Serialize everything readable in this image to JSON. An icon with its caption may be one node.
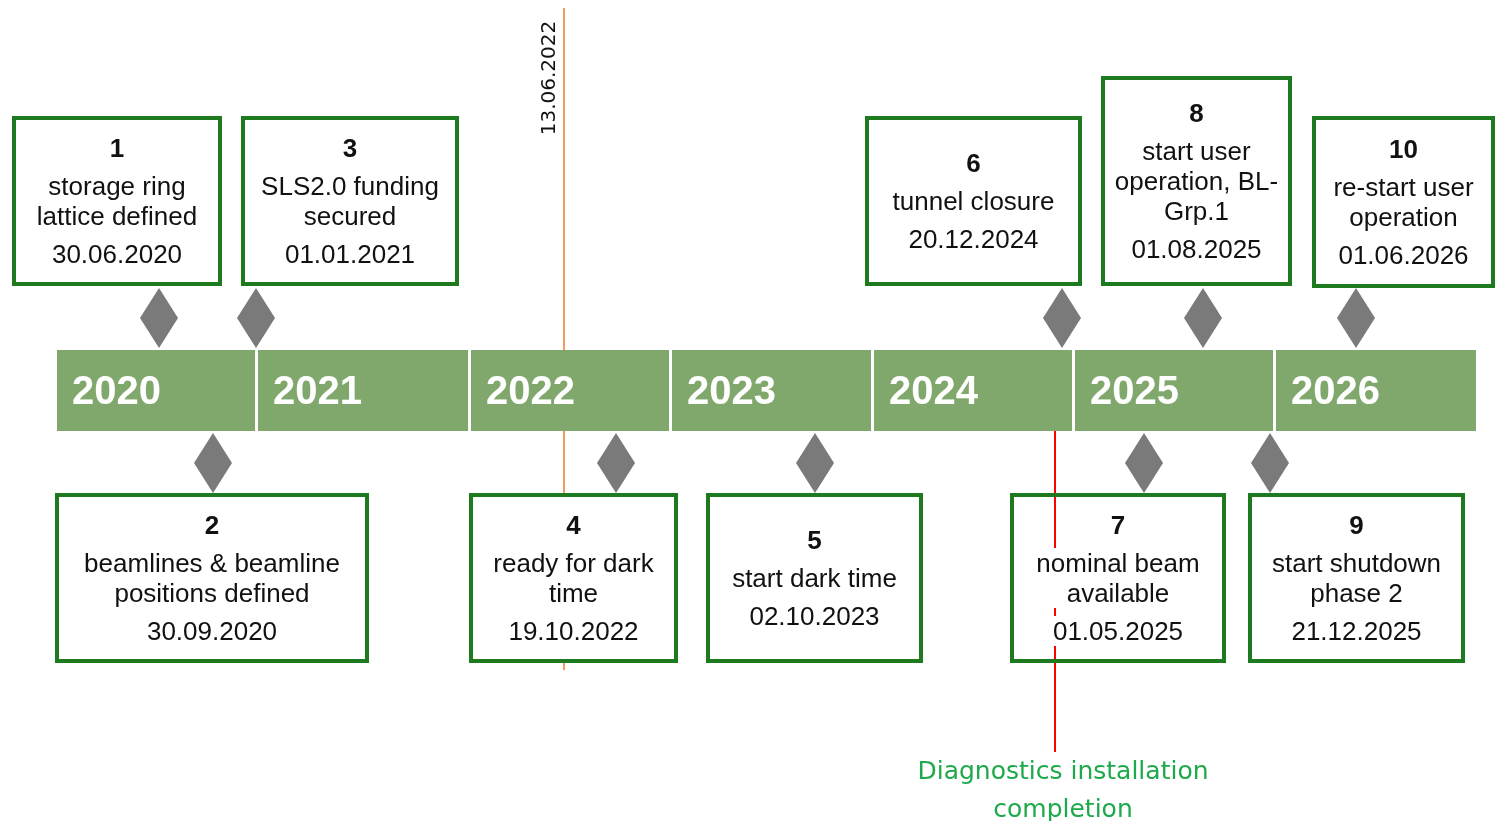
{
  "diagram": {
    "nodes": [
      {
        "text": [
          "1",
          "storage ring lattice defined",
          "30.06.2020"
        ]
      },
      {
        "text": [
          "3",
          "SLS2.0 funding secured",
          "01.01.2021"
        ]
      },
      {
        "text": [
          "6",
          "tunnel closure",
          "20.12.2024"
        ]
      },
      {
        "text": [
          "8",
          "start user operation, BL-Grp.1",
          "01.08.2025"
        ]
      },
      {
        "text": [
          "10",
          "re-start user operation",
          "01.06.2026"
        ]
      },
      {
        "text": [
          "2020"
        ]
      },
      {
        "text": [
          "2021"
        ]
      },
      {
        "text": [
          "2022"
        ]
      },
      {
        "text": [
          "2023"
        ]
      },
      {
        "text": [
          "2024"
        ]
      },
      {
        "text": [
          "2025"
        ]
      },
      {
        "text": [
          "2026"
        ]
      },
      {
        "text": [
          "2",
          "beamlines & beamline positions defined",
          "30.09.2020"
        ]
      },
      {
        "text": [
          "4",
          "ready for dark time",
          "19.10.2022"
        ]
      },
      {
        "text": [
          "5",
          "start dark time",
          "02.10.2023"
        ]
      },
      {
        "text": [
          "7",
          "nominal beam available",
          "01.05.2025"
        ]
      },
      {
        "text": [
          "9",
          "start shutdown phase 2",
          "21.12.2025"
        ]
      },
      {
        "text": [
          "Diagnostics installation completion"
        ]
      }
    ],
    "edges": [
      {
        "from": 17,
        "to": 9,
        "arrow": "none",
        "color": "#ff0000"
      }
    ],
    "labels": [
      "13.06.2022"
    ]
  }
}
